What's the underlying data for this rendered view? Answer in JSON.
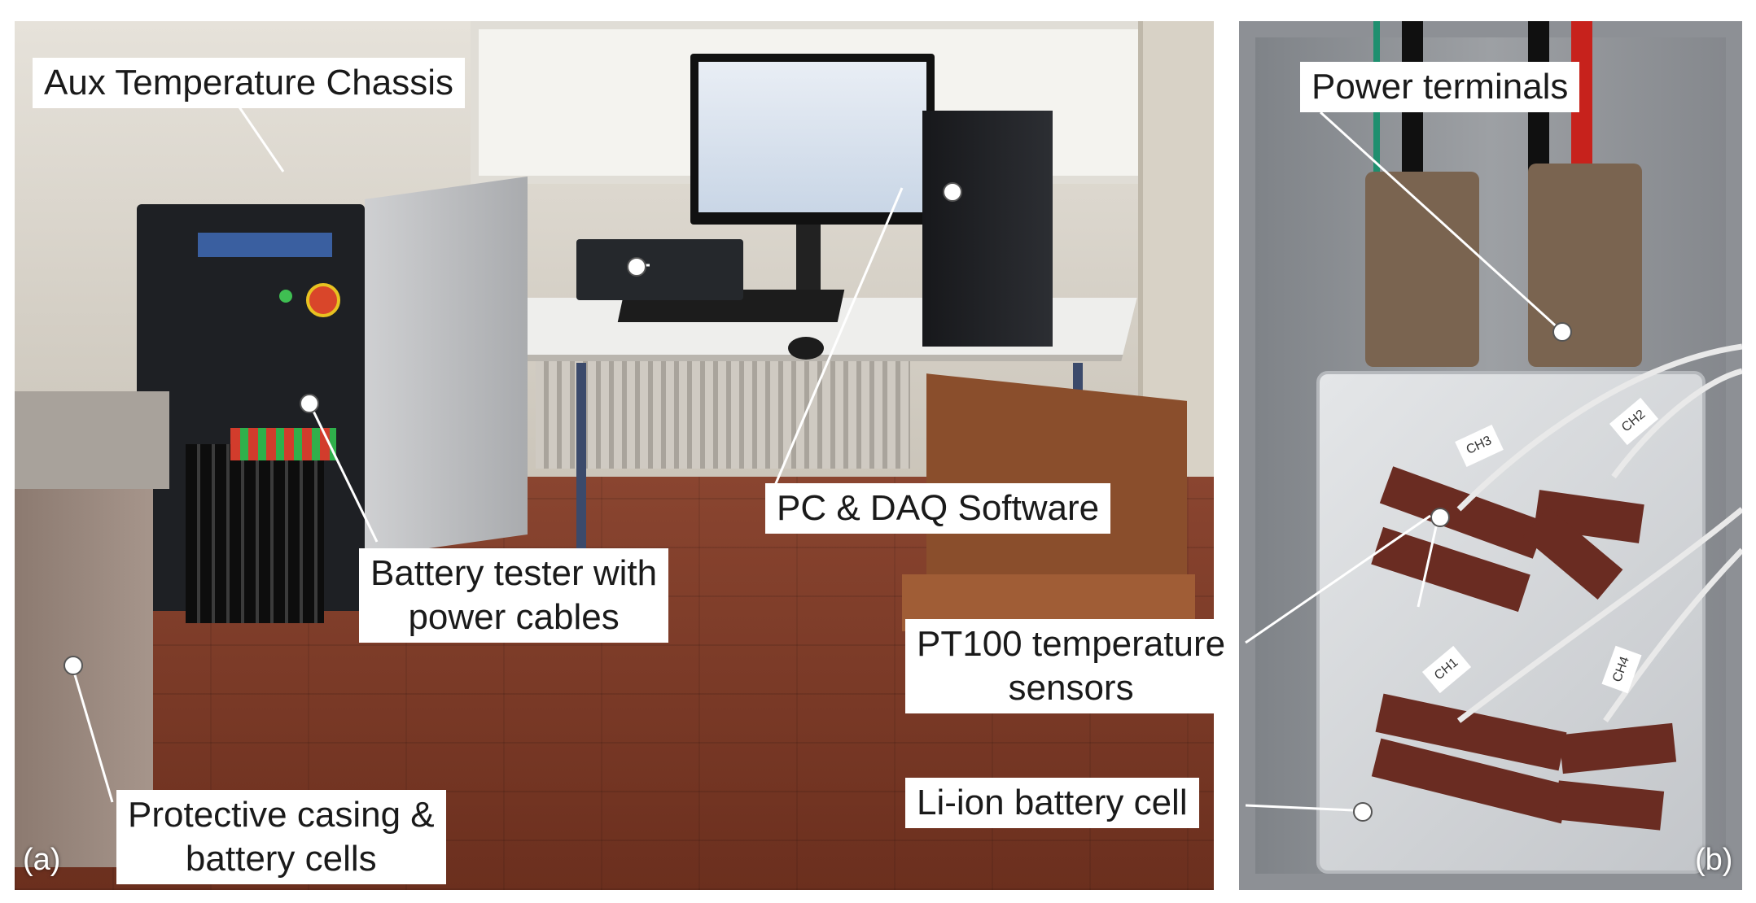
{
  "panel_a": {
    "letter": "(a)",
    "labels": {
      "aux_chassis": "Aux Temperature Chassis",
      "pc_daq": "PC & DAQ Software",
      "tester_line1": "Battery tester with",
      "tester_line2": "power cables",
      "casing_line1": "Protective casing &",
      "casing_line2": "battery cells"
    }
  },
  "panel_b": {
    "letter": "(b)",
    "labels": {
      "power_terminals": "Power terminals",
      "pt100_line1": "PT100 temperature",
      "pt100_line2": "sensors",
      "cell": "Li-ion battery cell"
    },
    "sensor_tags": [
      "CH3",
      "CH2",
      "CH1",
      "CH4"
    ]
  },
  "colors": {
    "floor": "#7a3a25",
    "wall": "#d9d4ca",
    "tester_cabinet": "#1e2024",
    "cell_foil": "#d7d9dc",
    "tape": "#6a2c22",
    "terminal_tab": "#7a6450"
  }
}
